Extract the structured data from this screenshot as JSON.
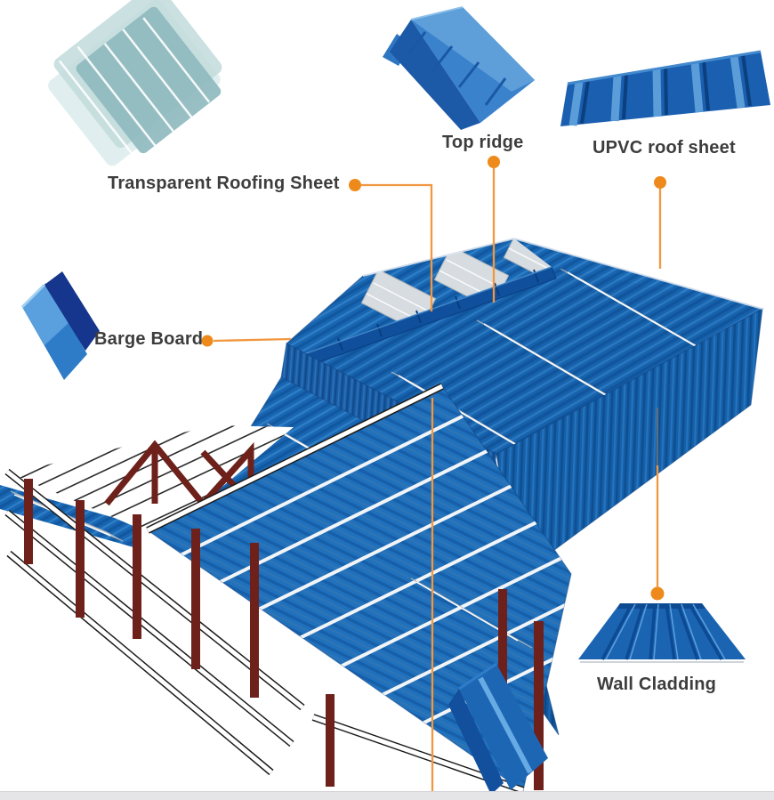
{
  "diagram": {
    "callouts": [
      {
        "id": "transparent-roofing-sheet",
        "label": "Transparent Roofing Sheet"
      },
      {
        "id": "top-ridge",
        "label": "Top ridge"
      },
      {
        "id": "upvc-roof-sheet",
        "label": "UPVC roof sheet"
      },
      {
        "id": "barge-board",
        "label": "Barge Board"
      },
      {
        "id": "wall-cladding",
        "label": "Wall Cladding"
      }
    ],
    "colors": {
      "accent_orange": "#ee8a1c",
      "leader_line_orange": "#f1973f",
      "roof_blue": "#1866b2",
      "roof_blue_dark": "#0d4c92",
      "roof_blue_light": "#3a8ad0",
      "ridge_cap_blue": "#0f4f9b",
      "navy": "#15368c",
      "skylight_gray": "#d7dce1",
      "steel_column_red": "#6e211a",
      "label_text": "#3d3d3d",
      "footer_bar": "#e5e5e8"
    }
  }
}
